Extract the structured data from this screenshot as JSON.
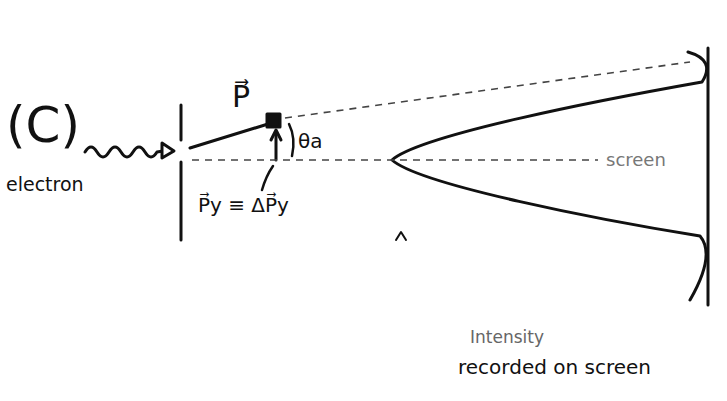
{
  "diagram": {
    "labels": [
      "(C)",
      "electron",
      "P⃗",
      "θa",
      "P⃗y ≡ ΔP⃗y",
      "screen",
      "Intensity",
      "recorded on screen"
    ]
  }
}
